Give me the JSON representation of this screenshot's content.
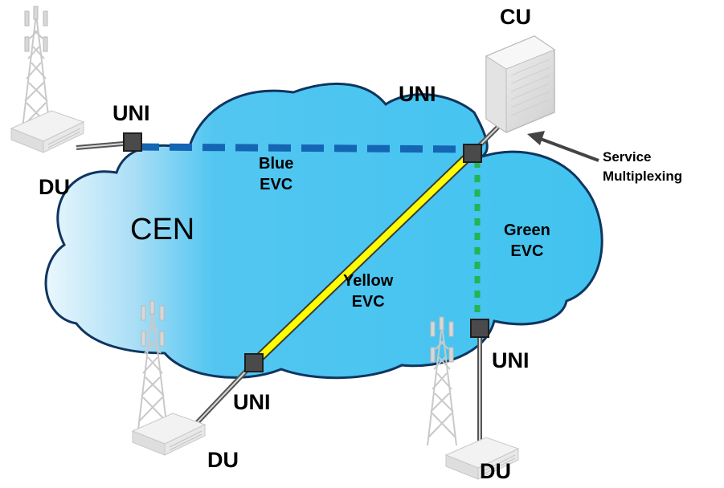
{
  "cloud": {
    "label": "CEN"
  },
  "labels": {
    "cu": "CU",
    "du_left": "DU",
    "du_bottom": "DU",
    "du_right": "DU",
    "uni_left": "UNI",
    "uni_top": "UNI",
    "uni_bottom": "UNI",
    "uni_right": "UNI"
  },
  "evcs": {
    "blue": [
      "Blue",
      "EVC"
    ],
    "green": [
      "Green",
      "EVC"
    ],
    "yellow": [
      "Yellow",
      "EVC"
    ]
  },
  "annotation": {
    "line1": "Service",
    "line2": "Multiplexing"
  },
  "colors": {
    "cloud_fill": "#45c4f0",
    "cloud_fill_light": "#e7f6fc",
    "blue_evc": "#1565b5",
    "green_evc": "#22b552",
    "yellow_evc": "#ffff00",
    "uni_box": "#4a4a4a"
  }
}
